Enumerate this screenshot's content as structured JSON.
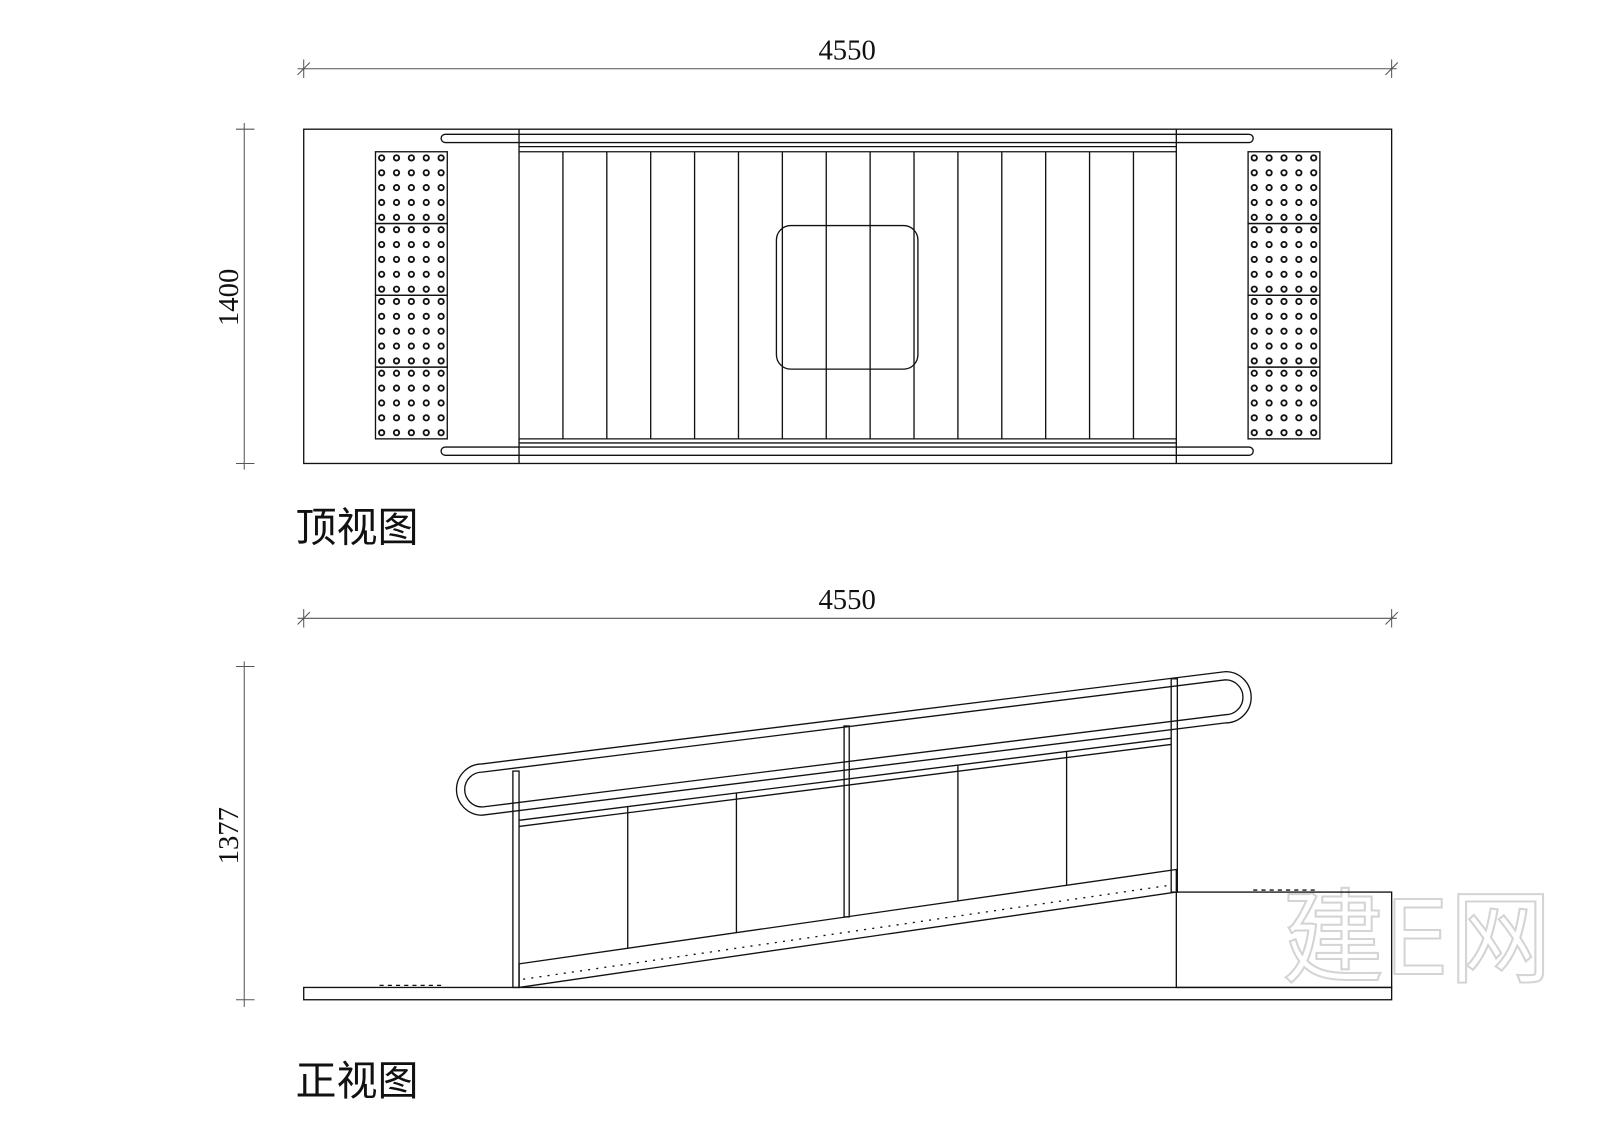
{
  "top_view": {
    "title": "顶视图",
    "width_dim": "4550",
    "height_dim": "1400"
  },
  "front_view": {
    "title": "正视图",
    "width_dim": "4550",
    "height_dim": "1377"
  },
  "watermark": {
    "logo": "建E网"
  }
}
